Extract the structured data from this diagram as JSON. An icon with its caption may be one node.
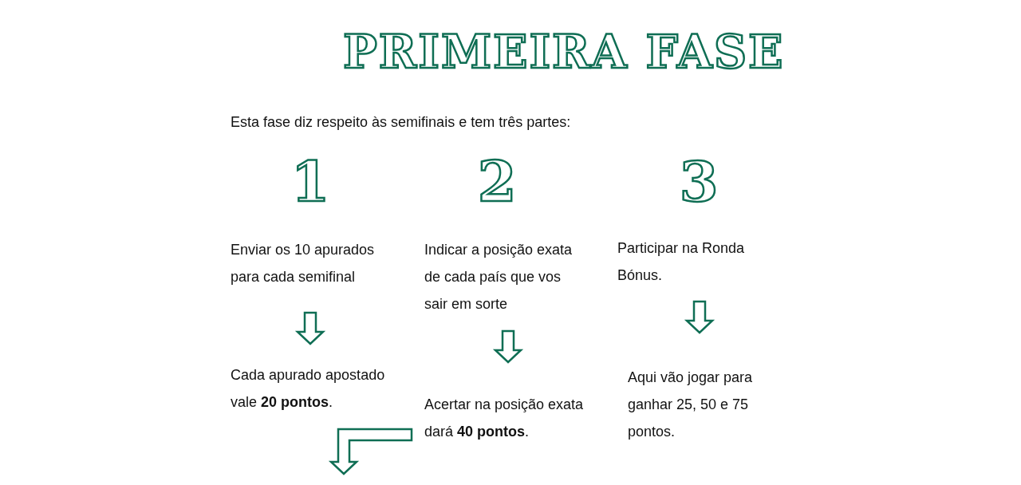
{
  "diagram": {
    "title": "PRIMEIRA FASE",
    "nodes": [
      {
        "text": [
          "Enviar os 10 apurados para cada semifinal"
        ]
      },
      {
        "text": [
          "Cada apurado apostado vale **20 pontos**."
        ]
      },
      {
        "text": [
          "Indicar a posição exata de cada país que vos sair em sorte"
        ]
      },
      {
        "text": [
          "Acertar na posição exata dará **40 pontos**."
        ]
      },
      {
        "text": [
          "Participar na Ronda Bónus."
        ]
      },
      {
        "text": [
          "Aqui vão jogar para ganhar 25, 50 e 75 pontos."
        ]
      }
    ],
    "edges": [
      {
        "from": 0,
        "to": 1,
        "arrow": "to"
      },
      {
        "from": 2,
        "to": 3,
        "arrow": "to"
      },
      {
        "from": 4,
        "to": 5,
        "arrow": "to"
      },
      {
        "from": 3,
        "to": null,
        "arrow": "to"
      }
    ],
    "labels": [
      "Esta fase diz respeito às semifinais e tem três partes:",
      "1",
      "2",
      "3"
    ]
  }
}
